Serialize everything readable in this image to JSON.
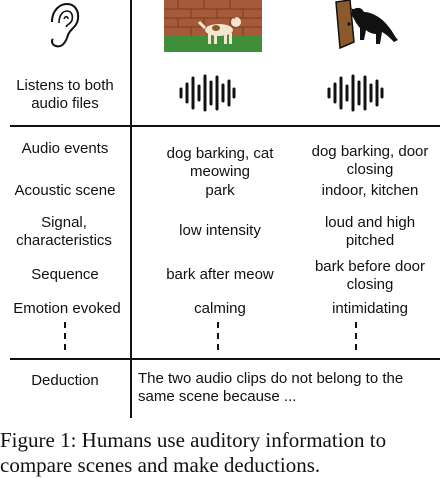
{
  "header": {
    "listens_label": "Listens to both audio files",
    "ear_icon": "ear-icon",
    "scene1_icon": "dog-in-park-image",
    "scene2_icon": "dog-at-door-image",
    "waveform_icon": "audio-waveform-icon"
  },
  "rows": [
    {
      "label": "Audio events",
      "clip1": "dog barking, cat meowing",
      "clip2": "dog barking, door closing"
    },
    {
      "label": "Acoustic scene",
      "clip1": "park",
      "clip2": "indoor, kitchen"
    },
    {
      "label": "Signal, characteristics",
      "clip1": "low intensity",
      "clip2": "loud and high pitched"
    },
    {
      "label": "Sequence",
      "clip1": "bark after meow",
      "clip2": "bark before door closing"
    },
    {
      "label": "Emotion evoked",
      "clip1": "calming",
      "clip2": "intimidating"
    }
  ],
  "deduction": {
    "label": "Deduction",
    "text": "The two audio clips do not belong to the same scene because ..."
  },
  "caption": "Figure 1: Humans use auditory information to compare scenes and make deductions."
}
